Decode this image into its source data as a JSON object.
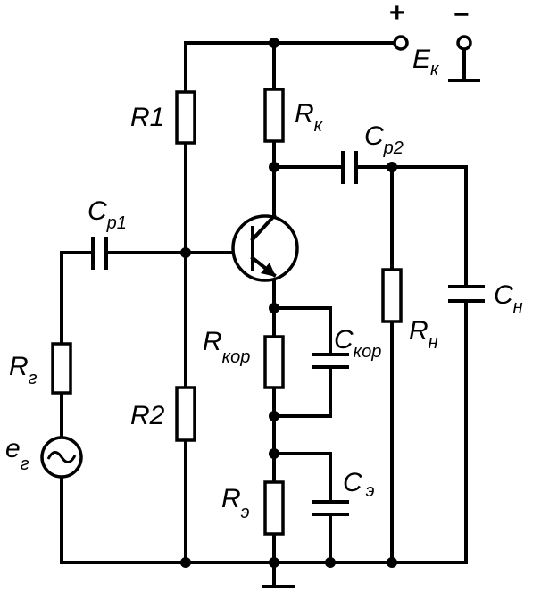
{
  "diagram": {
    "supply": {
      "plus_sign": "+",
      "minus_sign": "−",
      "symbol": "E",
      "subscript": "к"
    },
    "components": {
      "R1": {
        "symbol": "R1"
      },
      "R2": {
        "symbol": "R2"
      },
      "Rk": {
        "symbol": "R",
        "subscript": "к"
      },
      "Rkor": {
        "symbol": "R",
        "subscript": "кор"
      },
      "Ckor": {
        "symbol": "C",
        "subscript": "кор"
      },
      "Re": {
        "symbol": "R",
        "subscript": "э"
      },
      "Ce": {
        "symbol": "C",
        "subscript": "э"
      },
      "Cp1": {
        "symbol": "C",
        "subscript": "p1"
      },
      "Cp2": {
        "symbol": "C",
        "subscript": "p2"
      },
      "Rn": {
        "symbol": "R",
        "subscript": "н"
      },
      "Cn": {
        "symbol": "C",
        "subscript": "н"
      },
      "Rg": {
        "symbol": "R",
        "subscript": "г"
      },
      "eg": {
        "symbol": "e",
        "subscript": "г"
      }
    }
  }
}
